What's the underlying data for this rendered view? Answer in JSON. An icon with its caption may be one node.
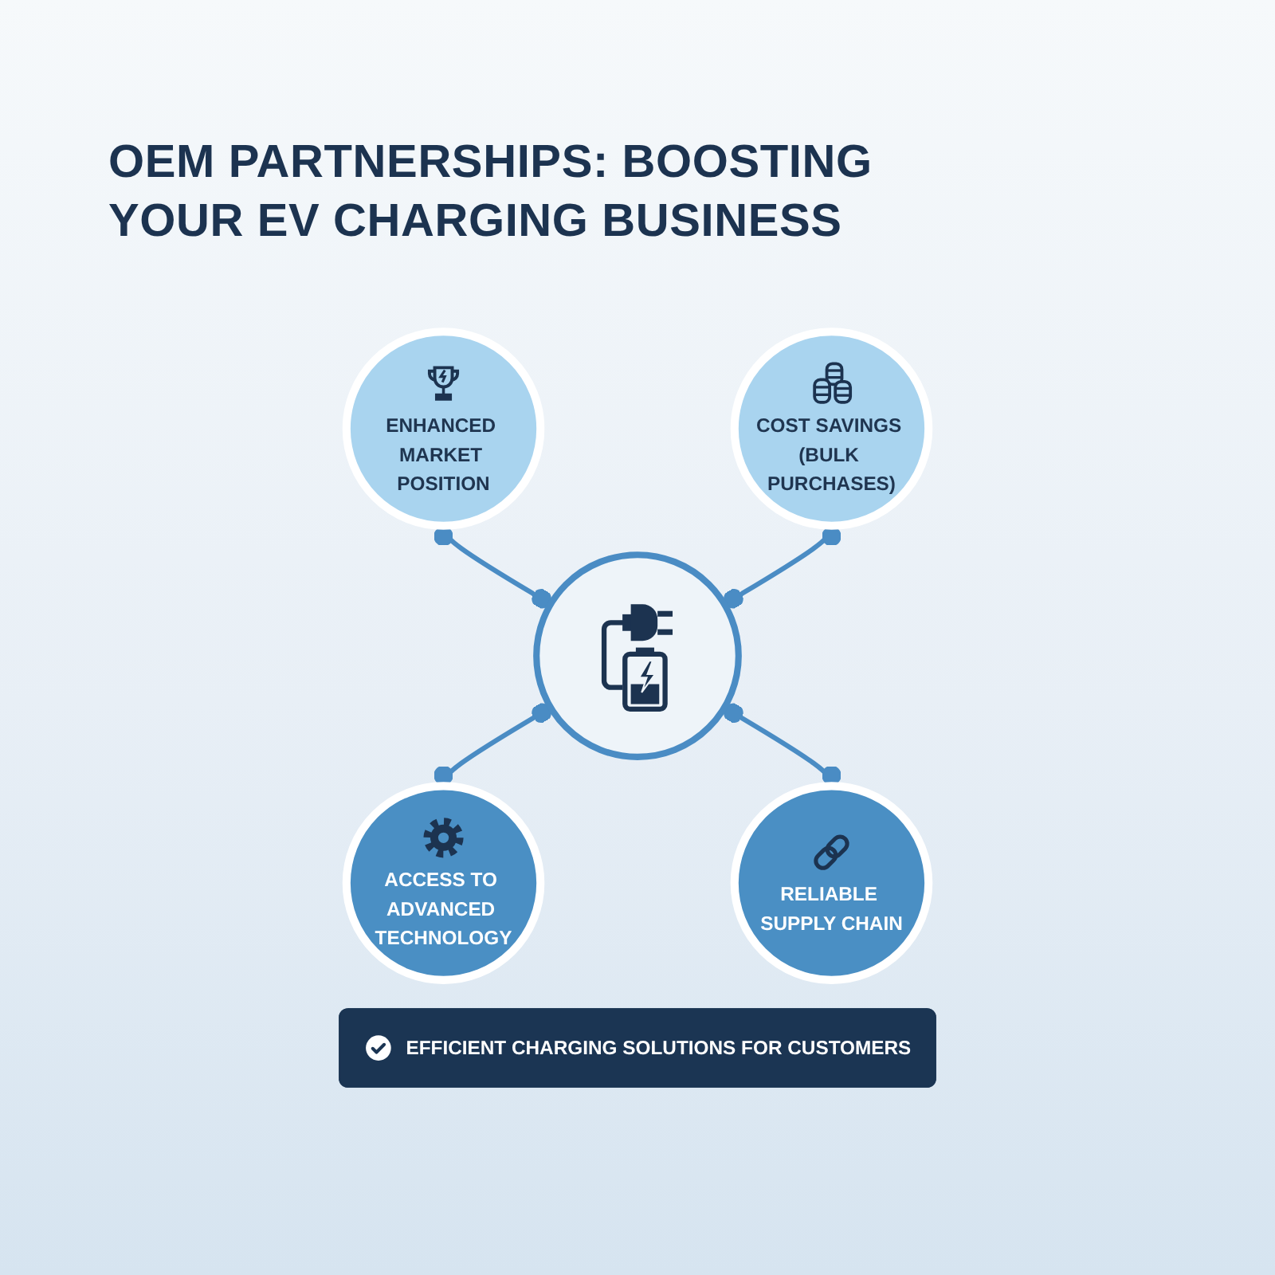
{
  "diagram": {
    "title": "OEM PARTNERSHIPS: BOOSTING YOUR EV CHARGING BUSINESS",
    "nodes": [
      {
        "text": [
          "ENHANCED MARKET POSITION"
        ]
      },
      {
        "text": [
          "COST SAVINGS (BULK PURCHASES)"
        ]
      },
      {
        "text": [],
        "shape": "circle"
      },
      {
        "text": [
          "ACCESS TO ADVANCED TECHNOLOGY"
        ]
      },
      {
        "text": [
          "RELIABLE SUPPLY CHAIN"
        ]
      },
      {
        "text": [
          "EFFICIENT CHARGING SOLUTIONS FOR CUSTOMERS"
        ]
      }
    ],
    "edges": [
      {
        "from": 0,
        "to": 2,
        "arrow": "other"
      },
      {
        "from": 1,
        "to": 2,
        "arrow": "other"
      },
      {
        "from": 2,
        "to": 3,
        "arrow": "other"
      },
      {
        "from": 2,
        "to": 4,
        "arrow": "other"
      }
    ]
  }
}
